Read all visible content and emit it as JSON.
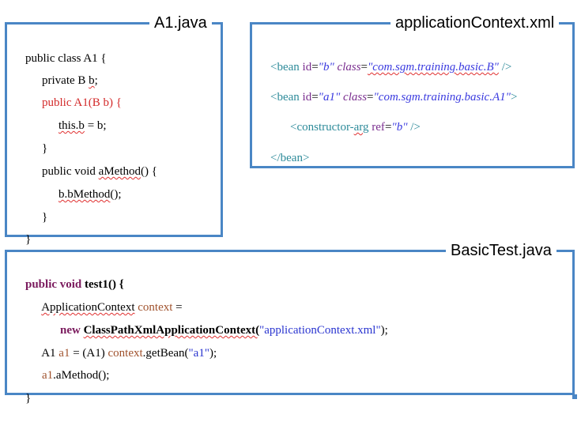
{
  "a1_panel": {
    "title": "A1.java",
    "lines": {
      "l1": "public class A1 {",
      "l2_pre": "private B ",
      "l2_var": "b",
      "l2_post": ";",
      "l3": "public A1(B b) {",
      "l4_var": "this.b",
      "l4_post": " = b;",
      "l5": "}",
      "l6_pre": "public void ",
      "l6_method": "aMethod",
      "l6_post": "() {",
      "l7_call": "b.bMethod",
      "l7_post": "();",
      "l8": "}",
      "l9": "}"
    }
  },
  "ctx_panel": {
    "title": "applicationContext.xml",
    "bean1": {
      "open": "<bean ",
      "id_attr": "id",
      "eq1": "=",
      "id_val": "\"b\"",
      "class_attr": " class",
      "eq2": "=",
      "class_val": "\"com.sgm.training.basic.B\"",
      "close": " />"
    },
    "bean2": {
      "open": "<bean ",
      "id_attr": "id",
      "eq1": "=",
      "id_val": "\"a1\"",
      "class_attr": " class",
      "eq2": "=",
      "class_val": "\"com.sgm.training.basic.A1\"",
      "close": ">"
    },
    "ctor": {
      "open": "<constructor-",
      "arg": "arg",
      "ref_attr": " ref",
      "eq": "=",
      "ref_val": "\"b\"",
      "close": " />"
    },
    "end": "</bean>"
  },
  "test_panel": {
    "title": "BasicTest.java",
    "l1_kw": "public void ",
    "l1_name": "test1() {",
    "l2_type": "ApplicationContext",
    "l2_var": " context",
    "l2_post": " =",
    "l3_kw": "new ",
    "l3_class": "ClassPathXmlApplicationContext(",
    "l3_str": "\"applicationContext.xml\"",
    "l3_post": ");",
    "l4_pre": "A1 ",
    "l4_var": "a1",
    "l4_mid": " = (A1) ",
    "l4_ctx": "context",
    "l4_call": ".getBean(",
    "l4_str": "\"a1\"",
    "l4_post": ");",
    "l5_var": "a1",
    "l5_post": ".aMethod();",
    "l6": "}"
  },
  "colors": {
    "border": "#4a86c5",
    "constructor": "#d32a2a",
    "xml_tag": "#2e8b9a",
    "xml_attr": "#7a2e8f",
    "xml_value": "#3a3adf",
    "keyword": "#7b1b5e",
    "string": "#2a35d0"
  }
}
